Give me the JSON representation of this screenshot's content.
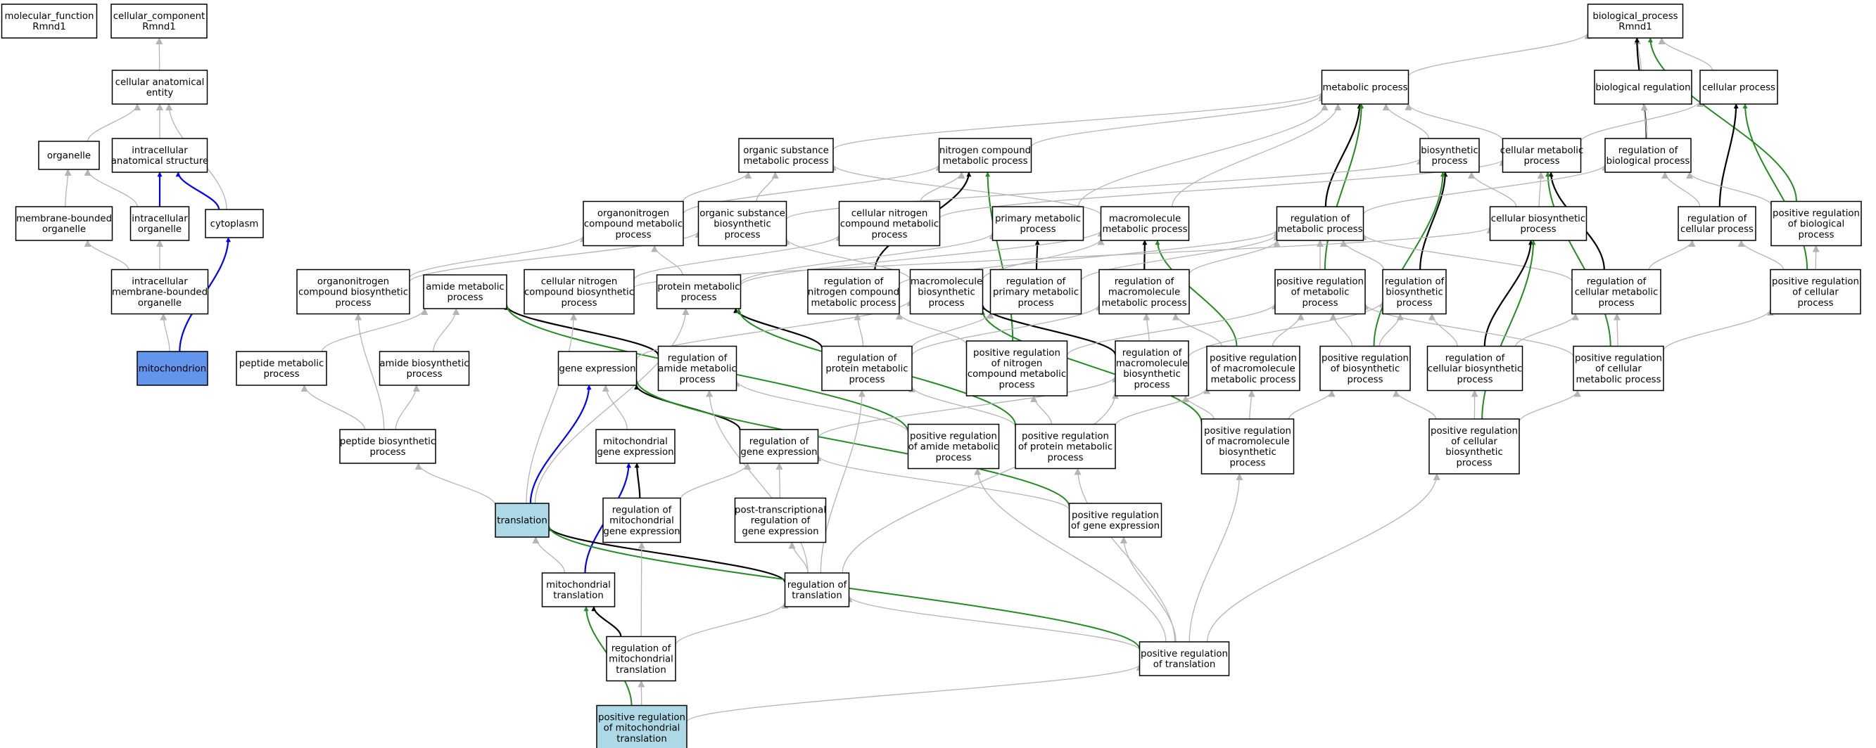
{
  "colors": {
    "node_fill": "#ffffff",
    "root_highlight_fill": "#6495ed",
    "query_highlight_fill": "#add8e6",
    "edge_is_a": "#b4b4b4",
    "edge_part_of": "#0000ff",
    "edge_regulates": "#000000",
    "edge_positively_regulates": "#228b22"
  },
  "nodes": [
    {
      "id": "mf",
      "lines": [
        "molecular_function",
        "Rmnd1"
      ]
    },
    {
      "id": "cc",
      "lines": [
        "cellular_component",
        "Rmnd1"
      ]
    },
    {
      "id": "bp",
      "lines": [
        "biological_process",
        "Rmnd1"
      ]
    },
    {
      "id": "cae",
      "lines": [
        "cellular anatomical",
        "entity"
      ]
    },
    {
      "id": "organelle",
      "lines": [
        "organelle"
      ]
    },
    {
      "id": "ias",
      "lines": [
        "intracellular",
        "anatomical structure"
      ]
    },
    {
      "id": "mbo",
      "lines": [
        "membrane-bounded",
        "organelle"
      ]
    },
    {
      "id": "io",
      "lines": [
        "intracellular",
        "organelle"
      ]
    },
    {
      "id": "cytoplasm",
      "lines": [
        "cytoplasm"
      ]
    },
    {
      "id": "imbo",
      "lines": [
        "intracellular",
        "membrane-bounded",
        "organelle"
      ]
    },
    {
      "id": "mito",
      "lines": [
        "mitochondrion"
      ],
      "highlight": "root"
    },
    {
      "id": "mp",
      "lines": [
        "metabolic process"
      ]
    },
    {
      "id": "breg",
      "lines": [
        "biological regulation"
      ]
    },
    {
      "id": "cp",
      "lines": [
        "cellular process"
      ]
    },
    {
      "id": "osmp",
      "lines": [
        "organic substance",
        "metabolic process"
      ]
    },
    {
      "id": "ncmp",
      "lines": [
        "nitrogen compound",
        "metabolic process"
      ]
    },
    {
      "id": "bsp",
      "lines": [
        "biosynthetic",
        "process"
      ]
    },
    {
      "id": "cmp",
      "lines": [
        "cellular metabolic",
        "process"
      ]
    },
    {
      "id": "rbp",
      "lines": [
        "regulation of",
        "biological process"
      ]
    },
    {
      "id": "oncmp",
      "lines": [
        "organonitrogen",
        "compound metabolic",
        "process"
      ]
    },
    {
      "id": "osbp",
      "lines": [
        "organic substance",
        "biosynthetic",
        "process"
      ]
    },
    {
      "id": "cncmp",
      "lines": [
        "cellular nitrogen",
        "compound metabolic",
        "process"
      ]
    },
    {
      "id": "pmp",
      "lines": [
        "primary metabolic",
        "process"
      ]
    },
    {
      "id": "mmp",
      "lines": [
        "macromolecule",
        "metabolic process"
      ]
    },
    {
      "id": "rmp",
      "lines": [
        "regulation of",
        "metabolic process"
      ]
    },
    {
      "id": "cbp",
      "lines": [
        "cellular biosynthetic",
        "process"
      ]
    },
    {
      "id": "rcp",
      "lines": [
        "regulation of",
        "cellular process"
      ]
    },
    {
      "id": "prbp",
      "lines": [
        "positive regulation",
        "of biological",
        "process"
      ]
    },
    {
      "id": "oncbp",
      "lines": [
        "organonitrogen",
        "compound biosynthetic",
        "process"
      ]
    },
    {
      "id": "amp",
      "lines": [
        "amide metabolic",
        "process"
      ]
    },
    {
      "id": "cncbp",
      "lines": [
        "cellular nitrogen",
        "compound biosynthetic",
        "process"
      ]
    },
    {
      "id": "prmp",
      "lines": [
        "protein metabolic",
        "process"
      ]
    },
    {
      "id": "rncmp",
      "lines": [
        "regulation of",
        "nitrogen compound",
        "metabolic process"
      ]
    },
    {
      "id": "mbio",
      "lines": [
        "macromolecule",
        "biosynthetic",
        "process"
      ]
    },
    {
      "id": "rpmp",
      "lines": [
        "regulation of",
        "primary metabolic",
        "process"
      ]
    },
    {
      "id": "rmmp",
      "lines": [
        "regulation of",
        "macromolecule",
        "metabolic process"
      ]
    },
    {
      "id": "prmetp",
      "lines": [
        "positive regulation",
        "of metabolic",
        "process"
      ]
    },
    {
      "id": "rbsp",
      "lines": [
        "regulation of",
        "biosynthetic",
        "process"
      ]
    },
    {
      "id": "rcmp",
      "lines": [
        "regulation of",
        "cellular metabolic",
        "process"
      ]
    },
    {
      "id": "prcp",
      "lines": [
        "positive regulation",
        "of cellular",
        "process"
      ]
    },
    {
      "id": "pepmp",
      "lines": [
        "peptide metabolic",
        "process"
      ]
    },
    {
      "id": "abp",
      "lines": [
        "amide biosynthetic",
        "process"
      ]
    },
    {
      "id": "ge",
      "lines": [
        "gene expression"
      ]
    },
    {
      "id": "ramp",
      "lines": [
        "regulation of",
        "amide metabolic",
        "process"
      ]
    },
    {
      "id": "rprmp",
      "lines": [
        "regulation of",
        "protein metabolic",
        "process"
      ]
    },
    {
      "id": "prncmp",
      "lines": [
        "positive regulation",
        "of nitrogen",
        "compound metabolic",
        "process"
      ]
    },
    {
      "id": "rmbio",
      "lines": [
        "regulation of",
        "macromolecule",
        "biosynthetic",
        "process"
      ]
    },
    {
      "id": "prmmp",
      "lines": [
        "positive regulation",
        "of macromolecule",
        "metabolic process"
      ]
    },
    {
      "id": "prbsp",
      "lines": [
        "positive regulation",
        "of biosynthetic",
        "process"
      ]
    },
    {
      "id": "rcbp",
      "lines": [
        "regulation of",
        "cellular biosynthetic",
        "process"
      ]
    },
    {
      "id": "prcmp",
      "lines": [
        "positive regulation",
        "of cellular",
        "metabolic process"
      ]
    },
    {
      "id": "pepbp",
      "lines": [
        "peptide biosynthetic",
        "process"
      ]
    },
    {
      "id": "mge",
      "lines": [
        "mitochondrial",
        "gene expression"
      ]
    },
    {
      "id": "rge",
      "lines": [
        "regulation of",
        "gene expression"
      ]
    },
    {
      "id": "pramp",
      "lines": [
        "positive regulation",
        "of amide metabolic",
        "process"
      ]
    },
    {
      "id": "prprmp",
      "lines": [
        "positive regulation",
        "of protein metabolic",
        "process"
      ]
    },
    {
      "id": "prmbio",
      "lines": [
        "positive regulation",
        "of macromolecule",
        "biosynthetic",
        "process"
      ]
    },
    {
      "id": "prcbp",
      "lines": [
        "positive regulation",
        "of cellular",
        "biosynthetic",
        "process"
      ]
    },
    {
      "id": "translation",
      "lines": [
        "translation"
      ],
      "highlight": "query"
    },
    {
      "id": "rmge",
      "lines": [
        "regulation of",
        "mitochondrial",
        "gene expression"
      ]
    },
    {
      "id": "ptrge",
      "lines": [
        "post-transcriptional",
        "regulation of",
        "gene expression"
      ]
    },
    {
      "id": "prge",
      "lines": [
        "positive regulation",
        "of gene expression"
      ]
    },
    {
      "id": "mtrans",
      "lines": [
        "mitochondrial",
        "translation"
      ]
    },
    {
      "id": "rtrans",
      "lines": [
        "regulation of",
        "translation"
      ]
    },
    {
      "id": "rmtrans",
      "lines": [
        "regulation of",
        "mitochondrial",
        "translation"
      ]
    },
    {
      "id": "prtrans",
      "lines": [
        "positive regulation",
        "of translation"
      ]
    },
    {
      "id": "prmtrans",
      "lines": [
        "positive regulation",
        "of mitochondrial",
        "translation"
      ],
      "highlight": "query"
    }
  ],
  "edges": [
    {
      "from": "cae",
      "to": "cc",
      "type": "is_a"
    },
    {
      "from": "organelle",
      "to": "cae",
      "type": "is_a"
    },
    {
      "from": "ias",
      "to": "cae",
      "type": "is_a"
    },
    {
      "from": "cytoplasm",
      "to": "cae",
      "type": "is_a"
    },
    {
      "from": "mbo",
      "to": "organelle",
      "type": "is_a"
    },
    {
      "from": "io",
      "to": "organelle",
      "type": "is_a"
    },
    {
      "from": "io",
      "to": "ias",
      "type": "part_of"
    },
    {
      "from": "cytoplasm",
      "to": "ias",
      "type": "part_of"
    },
    {
      "from": "imbo",
      "to": "mbo",
      "type": "is_a"
    },
    {
      "from": "imbo",
      "to": "io",
      "type": "is_a"
    },
    {
      "from": "mito",
      "to": "imbo",
      "type": "is_a"
    },
    {
      "from": "mito",
      "to": "cytoplasm",
      "type": "part_of"
    },
    {
      "from": "mp",
      "to": "bp",
      "type": "is_a"
    },
    {
      "from": "breg",
      "to": "bp",
      "type": "is_a"
    },
    {
      "from": "cp",
      "to": "bp",
      "type": "is_a"
    },
    {
      "from": "rbp",
      "to": "bp",
      "type": "regulates"
    },
    {
      "from": "prbp",
      "to": "bp",
      "type": "positively_regulates"
    },
    {
      "from": "osmp",
      "to": "mp",
      "type": "is_a"
    },
    {
      "from": "ncmp",
      "to": "mp",
      "type": "is_a"
    },
    {
      "from": "bsp",
      "to": "mp",
      "type": "is_a"
    },
    {
      "from": "cmp",
      "to": "mp",
      "type": "is_a"
    },
    {
      "from": "pmp",
      "to": "mp",
      "type": "is_a"
    },
    {
      "from": "mmp",
      "to": "mp",
      "type": "is_a"
    },
    {
      "from": "rmp",
      "to": "mp",
      "type": "regulates"
    },
    {
      "from": "prmetp",
      "to": "mp",
      "type": "positively_regulates"
    },
    {
      "from": "rbp",
      "to": "breg",
      "type": "is_a"
    },
    {
      "from": "cmp",
      "to": "cp",
      "type": "is_a"
    },
    {
      "from": "rcp",
      "to": "cp",
      "type": "regulates"
    },
    {
      "from": "prcp",
      "to": "cp",
      "type": "positively_regulates"
    },
    {
      "from": "oncmp",
      "to": "osmp",
      "type": "is_a"
    },
    {
      "from": "osbp",
      "to": "osmp",
      "type": "is_a"
    },
    {
      "from": "mmp",
      "to": "osmp",
      "type": "is_a"
    },
    {
      "from": "oncmp",
      "to": "ncmp",
      "type": "is_a"
    },
    {
      "from": "cncmp",
      "to": "ncmp",
      "type": "is_a"
    },
    {
      "from": "rncmp",
      "to": "ncmp",
      "type": "regulates"
    },
    {
      "from": "prncmp",
      "to": "ncmp",
      "type": "positively_regulates"
    },
    {
      "from": "osbp",
      "to": "bsp",
      "type": "is_a"
    },
    {
      "from": "cbp",
      "to": "bsp",
      "type": "is_a"
    },
    {
      "from": "rbsp",
      "to": "bsp",
      "type": "regulates"
    },
    {
      "from": "prbsp",
      "to": "bsp",
      "type": "positively_regulates"
    },
    {
      "from": "cncmp",
      "to": "cmp",
      "type": "is_a"
    },
    {
      "from": "cbp",
      "to": "cmp",
      "type": "is_a"
    },
    {
      "from": "rcmp",
      "to": "cmp",
      "type": "regulates"
    },
    {
      "from": "prcmp",
      "to": "cmp",
      "type": "positively_regulates"
    },
    {
      "from": "rmp",
      "to": "rbp",
      "type": "is_a"
    },
    {
      "from": "rcp",
      "to": "rbp",
      "type": "is_a"
    },
    {
      "from": "prbp",
      "to": "rbp",
      "type": "is_a"
    },
    {
      "from": "oncbp",
      "to": "oncmp",
      "type": "is_a"
    },
    {
      "from": "prmp",
      "to": "oncmp",
      "type": "is_a"
    },
    {
      "from": "oncbp",
      "to": "osbp",
      "type": "is_a"
    },
    {
      "from": "mbio",
      "to": "osbp",
      "type": "is_a"
    },
    {
      "from": "cncbp",
      "to": "cncmp",
      "type": "is_a"
    },
    {
      "from": "prmp",
      "to": "pmp",
      "type": "is_a"
    },
    {
      "from": "rpmp",
      "to": "pmp",
      "type": "regulates"
    },
    {
      "from": "prmp",
      "to": "mmp",
      "type": "is_a"
    },
    {
      "from": "mbio",
      "to": "mmp",
      "type": "is_a"
    },
    {
      "from": "rmmp",
      "to": "mmp",
      "type": "regulates"
    },
    {
      "from": "prmmp",
      "to": "mmp",
      "type": "positively_regulates"
    },
    {
      "from": "rncmp",
      "to": "rmp",
      "type": "is_a"
    },
    {
      "from": "rpmp",
      "to": "rmp",
      "type": "is_a"
    },
    {
      "from": "rmmp",
      "to": "rmp",
      "type": "is_a"
    },
    {
      "from": "prmetp",
      "to": "rmp",
      "type": "is_a"
    },
    {
      "from": "rbsp",
      "to": "rmp",
      "type": "is_a"
    },
    {
      "from": "rcmp",
      "to": "rmp",
      "type": "is_a"
    },
    {
      "from": "cncbp",
      "to": "cbp",
      "type": "is_a"
    },
    {
      "from": "rcbp",
      "to": "cbp",
      "type": "regulates"
    },
    {
      "from": "prcbp",
      "to": "cbp",
      "type": "positively_regulates"
    },
    {
      "from": "rcmp",
      "to": "rcp",
      "type": "is_a"
    },
    {
      "from": "prcp",
      "to": "rcp",
      "type": "is_a"
    },
    {
      "from": "prcp",
      "to": "prbp",
      "type": "is_a"
    },
    {
      "from": "pepmp",
      "to": "amp",
      "type": "is_a"
    },
    {
      "from": "abp",
      "to": "amp",
      "type": "is_a"
    },
    {
      "from": "ramp",
      "to": "amp",
      "type": "regulates"
    },
    {
      "from": "pramp",
      "to": "amp",
      "type": "positively_regulates"
    },
    {
      "from": "translation",
      "to": "cncbp",
      "type": "is_a"
    },
    {
      "from": "translation",
      "to": "prmp",
      "type": "is_a"
    },
    {
      "from": "rprmp",
      "to": "prmp",
      "type": "regulates"
    },
    {
      "from": "prprmp",
      "to": "prmp",
      "type": "positively_regulates"
    },
    {
      "from": "rprmp",
      "to": "rncmp",
      "type": "is_a"
    },
    {
      "from": "prncmp",
      "to": "rncmp",
      "type": "is_a"
    },
    {
      "from": "ge",
      "to": "mbio",
      "type": "is_a"
    },
    {
      "from": "rmbio",
      "to": "mbio",
      "type": "regulates"
    },
    {
      "from": "prmbio",
      "to": "mbio",
      "type": "positively_regulates"
    },
    {
      "from": "rprmp",
      "to": "rpmp",
      "type": "is_a"
    },
    {
      "from": "rprmp",
      "to": "rmmp",
      "type": "is_a"
    },
    {
      "from": "rmbio",
      "to": "rmmp",
      "type": "is_a"
    },
    {
      "from": "prmmp",
      "to": "rmmp",
      "type": "is_a"
    },
    {
      "from": "prncmp",
      "to": "prmetp",
      "type": "is_a"
    },
    {
      "from": "prmmp",
      "to": "prmetp",
      "type": "is_a"
    },
    {
      "from": "prbsp",
      "to": "prmetp",
      "type": "is_a"
    },
    {
      "from": "prcmp",
      "to": "prmetp",
      "type": "is_a"
    },
    {
      "from": "rmbio",
      "to": "rbsp",
      "type": "is_a"
    },
    {
      "from": "prbsp",
      "to": "rbsp",
      "type": "is_a"
    },
    {
      "from": "rcbp",
      "to": "rbsp",
      "type": "is_a"
    },
    {
      "from": "rcbp",
      "to": "rcmp",
      "type": "is_a"
    },
    {
      "from": "prcmp",
      "to": "rcmp",
      "type": "is_a"
    },
    {
      "from": "prcmp",
      "to": "prcp",
      "type": "is_a"
    },
    {
      "from": "pepbp",
      "to": "pepmp",
      "type": "is_a"
    },
    {
      "from": "pepbp",
      "to": "oncbp",
      "type": "is_a"
    },
    {
      "from": "pepbp",
      "to": "abp",
      "type": "is_a"
    },
    {
      "from": "translation",
      "to": "ge",
      "type": "part_of"
    },
    {
      "from": "mge",
      "to": "ge",
      "type": "is_a"
    },
    {
      "from": "rge",
      "to": "ge",
      "type": "regulates"
    },
    {
      "from": "prge",
      "to": "ge",
      "type": "positively_regulates"
    },
    {
      "from": "rtrans",
      "to": "ramp",
      "type": "is_a"
    },
    {
      "from": "pramp",
      "to": "ramp",
      "type": "is_a"
    },
    {
      "from": "rtrans",
      "to": "rprmp",
      "type": "is_a"
    },
    {
      "from": "prprmp",
      "to": "rprmp",
      "type": "is_a"
    },
    {
      "from": "prprmp",
      "to": "prncmp",
      "type": "is_a"
    },
    {
      "from": "rge",
      "to": "rmbio",
      "type": "is_a"
    },
    {
      "from": "rtrans",
      "to": "rmbio",
      "type": "is_a"
    },
    {
      "from": "prmbio",
      "to": "rmbio",
      "type": "is_a"
    },
    {
      "from": "prprmp",
      "to": "prmmp",
      "type": "is_a"
    },
    {
      "from": "prmbio",
      "to": "prmmp",
      "type": "is_a"
    },
    {
      "from": "prmbio",
      "to": "prbsp",
      "type": "is_a"
    },
    {
      "from": "prcbp",
      "to": "prbsp",
      "type": "is_a"
    },
    {
      "from": "prcbp",
      "to": "rcbp",
      "type": "is_a"
    },
    {
      "from": "prcbp",
      "to": "prcmp",
      "type": "is_a"
    },
    {
      "from": "translation",
      "to": "pepbp",
      "type": "is_a"
    },
    {
      "from": "mtrans",
      "to": "mge",
      "type": "part_of"
    },
    {
      "from": "rmge",
      "to": "mge",
      "type": "regulates"
    },
    {
      "from": "rmge",
      "to": "rge",
      "type": "is_a"
    },
    {
      "from": "ptrge",
      "to": "rge",
      "type": "is_a"
    },
    {
      "from": "prge",
      "to": "rge",
      "type": "is_a"
    },
    {
      "from": "prtrans",
      "to": "pramp",
      "type": "is_a"
    },
    {
      "from": "prtrans",
      "to": "prprmp",
      "type": "is_a"
    },
    {
      "from": "prtrans",
      "to": "prmbio",
      "type": "is_a"
    },
    {
      "from": "prtrans",
      "to": "prcbp",
      "type": "is_a"
    },
    {
      "from": "mtrans",
      "to": "translation",
      "type": "is_a"
    },
    {
      "from": "rtrans",
      "to": "translation",
      "type": "regulates"
    },
    {
      "from": "prtrans",
      "to": "translation",
      "type": "positively_regulates"
    },
    {
      "from": "rtrans",
      "to": "ptrge",
      "type": "is_a"
    },
    {
      "from": "prtrans",
      "to": "prge",
      "type": "is_a"
    },
    {
      "from": "rmtrans",
      "to": "mtrans",
      "type": "regulates"
    },
    {
      "from": "prmtrans",
      "to": "mtrans",
      "type": "positively_regulates"
    },
    {
      "from": "rmtrans",
      "to": "rtrans",
      "type": "is_a"
    },
    {
      "from": "prtrans",
      "to": "rtrans",
      "type": "is_a"
    },
    {
      "from": "rmtrans",
      "to": "rmge",
      "type": "is_a"
    },
    {
      "from": "prmtrans",
      "to": "rmtrans",
      "type": "is_a"
    },
    {
      "from": "prmtrans",
      "to": "prtrans",
      "type": "is_a"
    }
  ]
}
